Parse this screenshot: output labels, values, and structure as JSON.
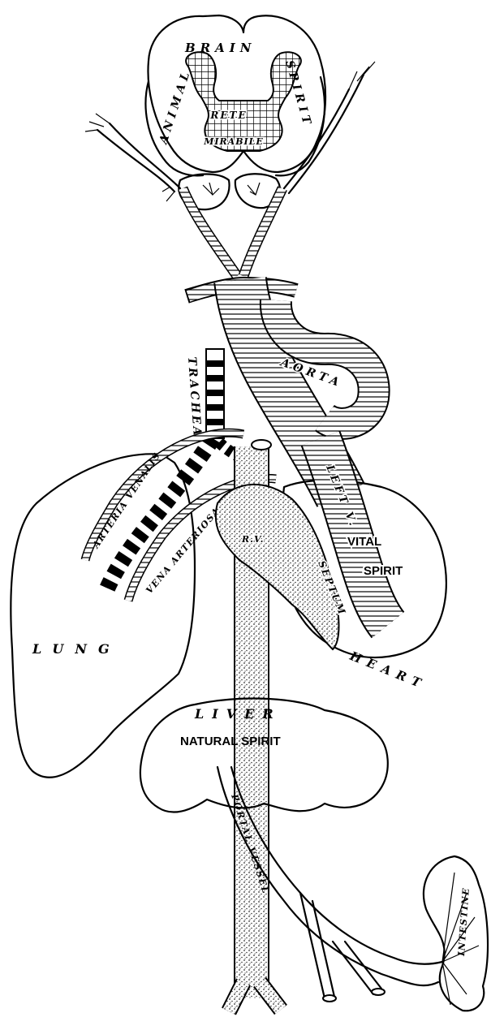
{
  "labels": {
    "brain": "BRAIN",
    "animal": "ANIMAL",
    "spirit_top": "SPIRIT",
    "rete": "RETE",
    "mirabile": "MIRABILE",
    "aorta": "AORTA",
    "trachea": "TRACHEA",
    "arteria_venalis": "ARTERIA VENALIS",
    "vena_arteriosa": "VENA ARTERIOSA",
    "left_v": "LEFT V.",
    "vital": "VITAL",
    "spirit_heart": "SPIRIT",
    "septum": "SEPTUM",
    "right_v": "R.V.",
    "heart": "HEART",
    "lung": "LUNG",
    "liver": "LIVER",
    "natural_spirit": "NATURAL SPIRIT",
    "portal_vessel": "PORTAL VESSEL",
    "intestine": "INTESTINE"
  },
  "colors": {
    "ink": "#000000",
    "paper": "#ffffff",
    "stipple": "#555555"
  }
}
